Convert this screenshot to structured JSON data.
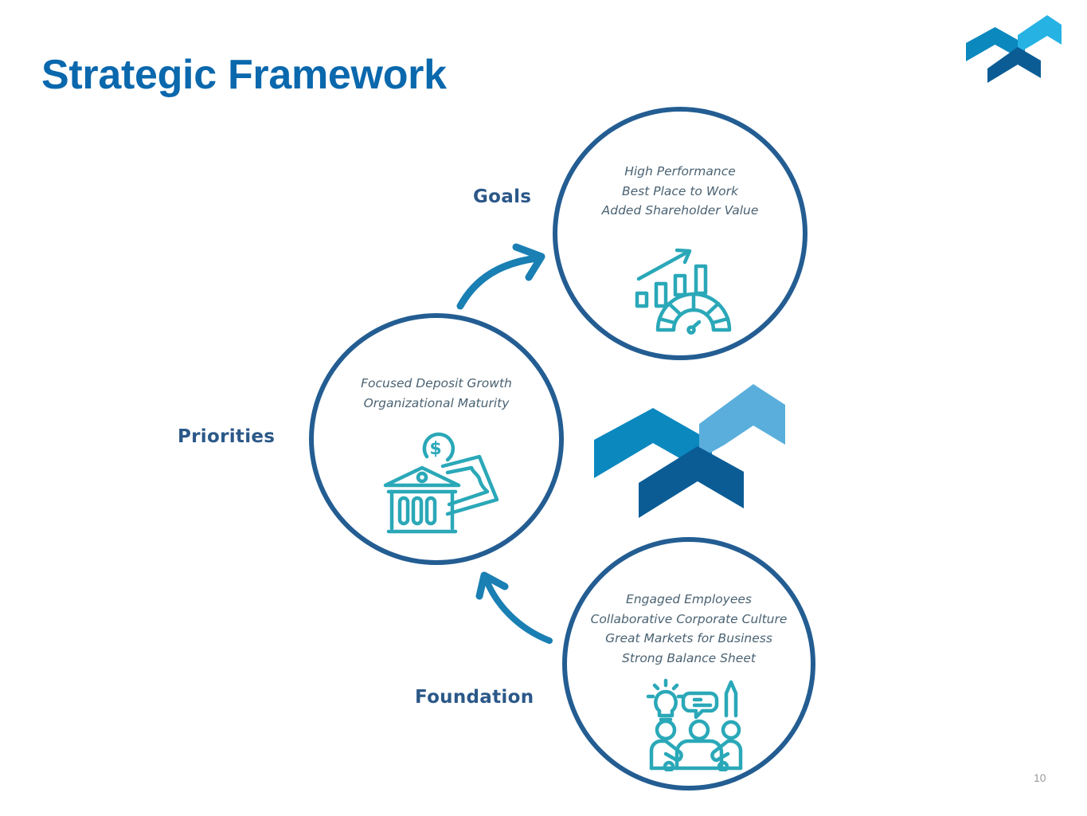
{
  "slide": {
    "title": "Strategic Framework",
    "page_number": "10"
  },
  "colors": {
    "title": "#0a68ad",
    "circle_border": "#235d92",
    "icon_teal": "#2aa8b8",
    "arrow_blue": "#1a7fb3",
    "logo_mid": "#0b88be",
    "logo_light": "#5aaedb",
    "logo_dark": "#0b5c95"
  },
  "framework": {
    "goals": {
      "label": "Goals",
      "lines": [
        "High Performance",
        "Best Place to Work",
        "Added Shareholder Value"
      ],
      "icon": "growth-chart-gauge-icon"
    },
    "priorities": {
      "label": "Priorities",
      "lines": [
        "Focused Deposit Growth",
        "Organizational Maturity"
      ],
      "icon": "bank-deposit-icon"
    },
    "foundation": {
      "label": "Foundation",
      "lines": [
        "Engaged Employees",
        "Collaborative Corporate Culture",
        "Great Markets for Business",
        "Strong Balance Sheet"
      ],
      "icon": "team-collaboration-icon"
    }
  }
}
